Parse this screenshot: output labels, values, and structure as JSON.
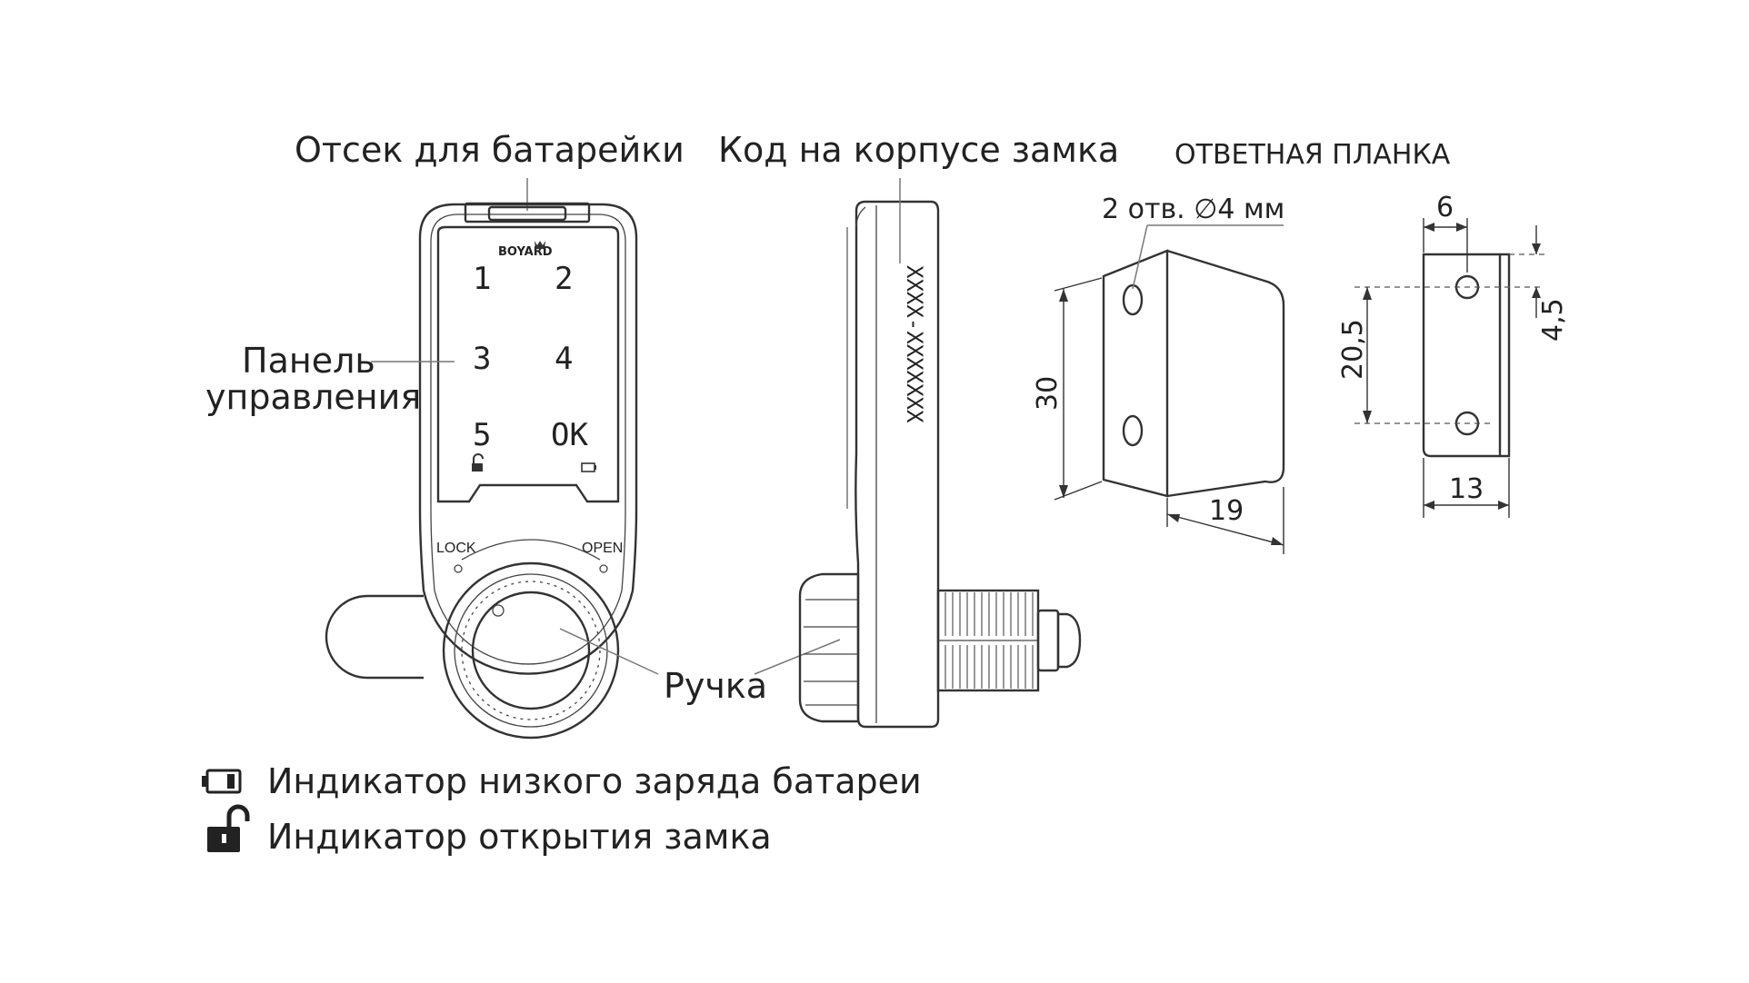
{
  "labels": {
    "battery_compartment": "Отсек для батарейки",
    "lock_code": "Код на корпусе замка",
    "strike_plate": "ОТВЕТНАЯ ПЛАНКА",
    "control_panel_line1": "Панель",
    "control_panel_line2": "управления",
    "handle": "Ручка",
    "holes": "2 отв. ∅4 мм"
  },
  "device": {
    "brand": "BOYARD",
    "keys": [
      "1",
      "2",
      "3",
      "4",
      "5",
      "OK"
    ],
    "lock_text": "LOCK",
    "open_text": "OPEN",
    "case_code": "XXXX-XXXXXXX"
  },
  "dimensions": {
    "height_30": "30",
    "depth_19": "19",
    "width_6": "6",
    "offset_4_5": "4,5",
    "spacing_20_5": "20,5",
    "width_13": "13"
  },
  "legend": [
    {
      "icon": "battery-low-icon",
      "text": "Индикатор низкого заряда батареи"
    },
    {
      "icon": "unlock-icon",
      "text": "Индикатор открытия замка"
    }
  ]
}
